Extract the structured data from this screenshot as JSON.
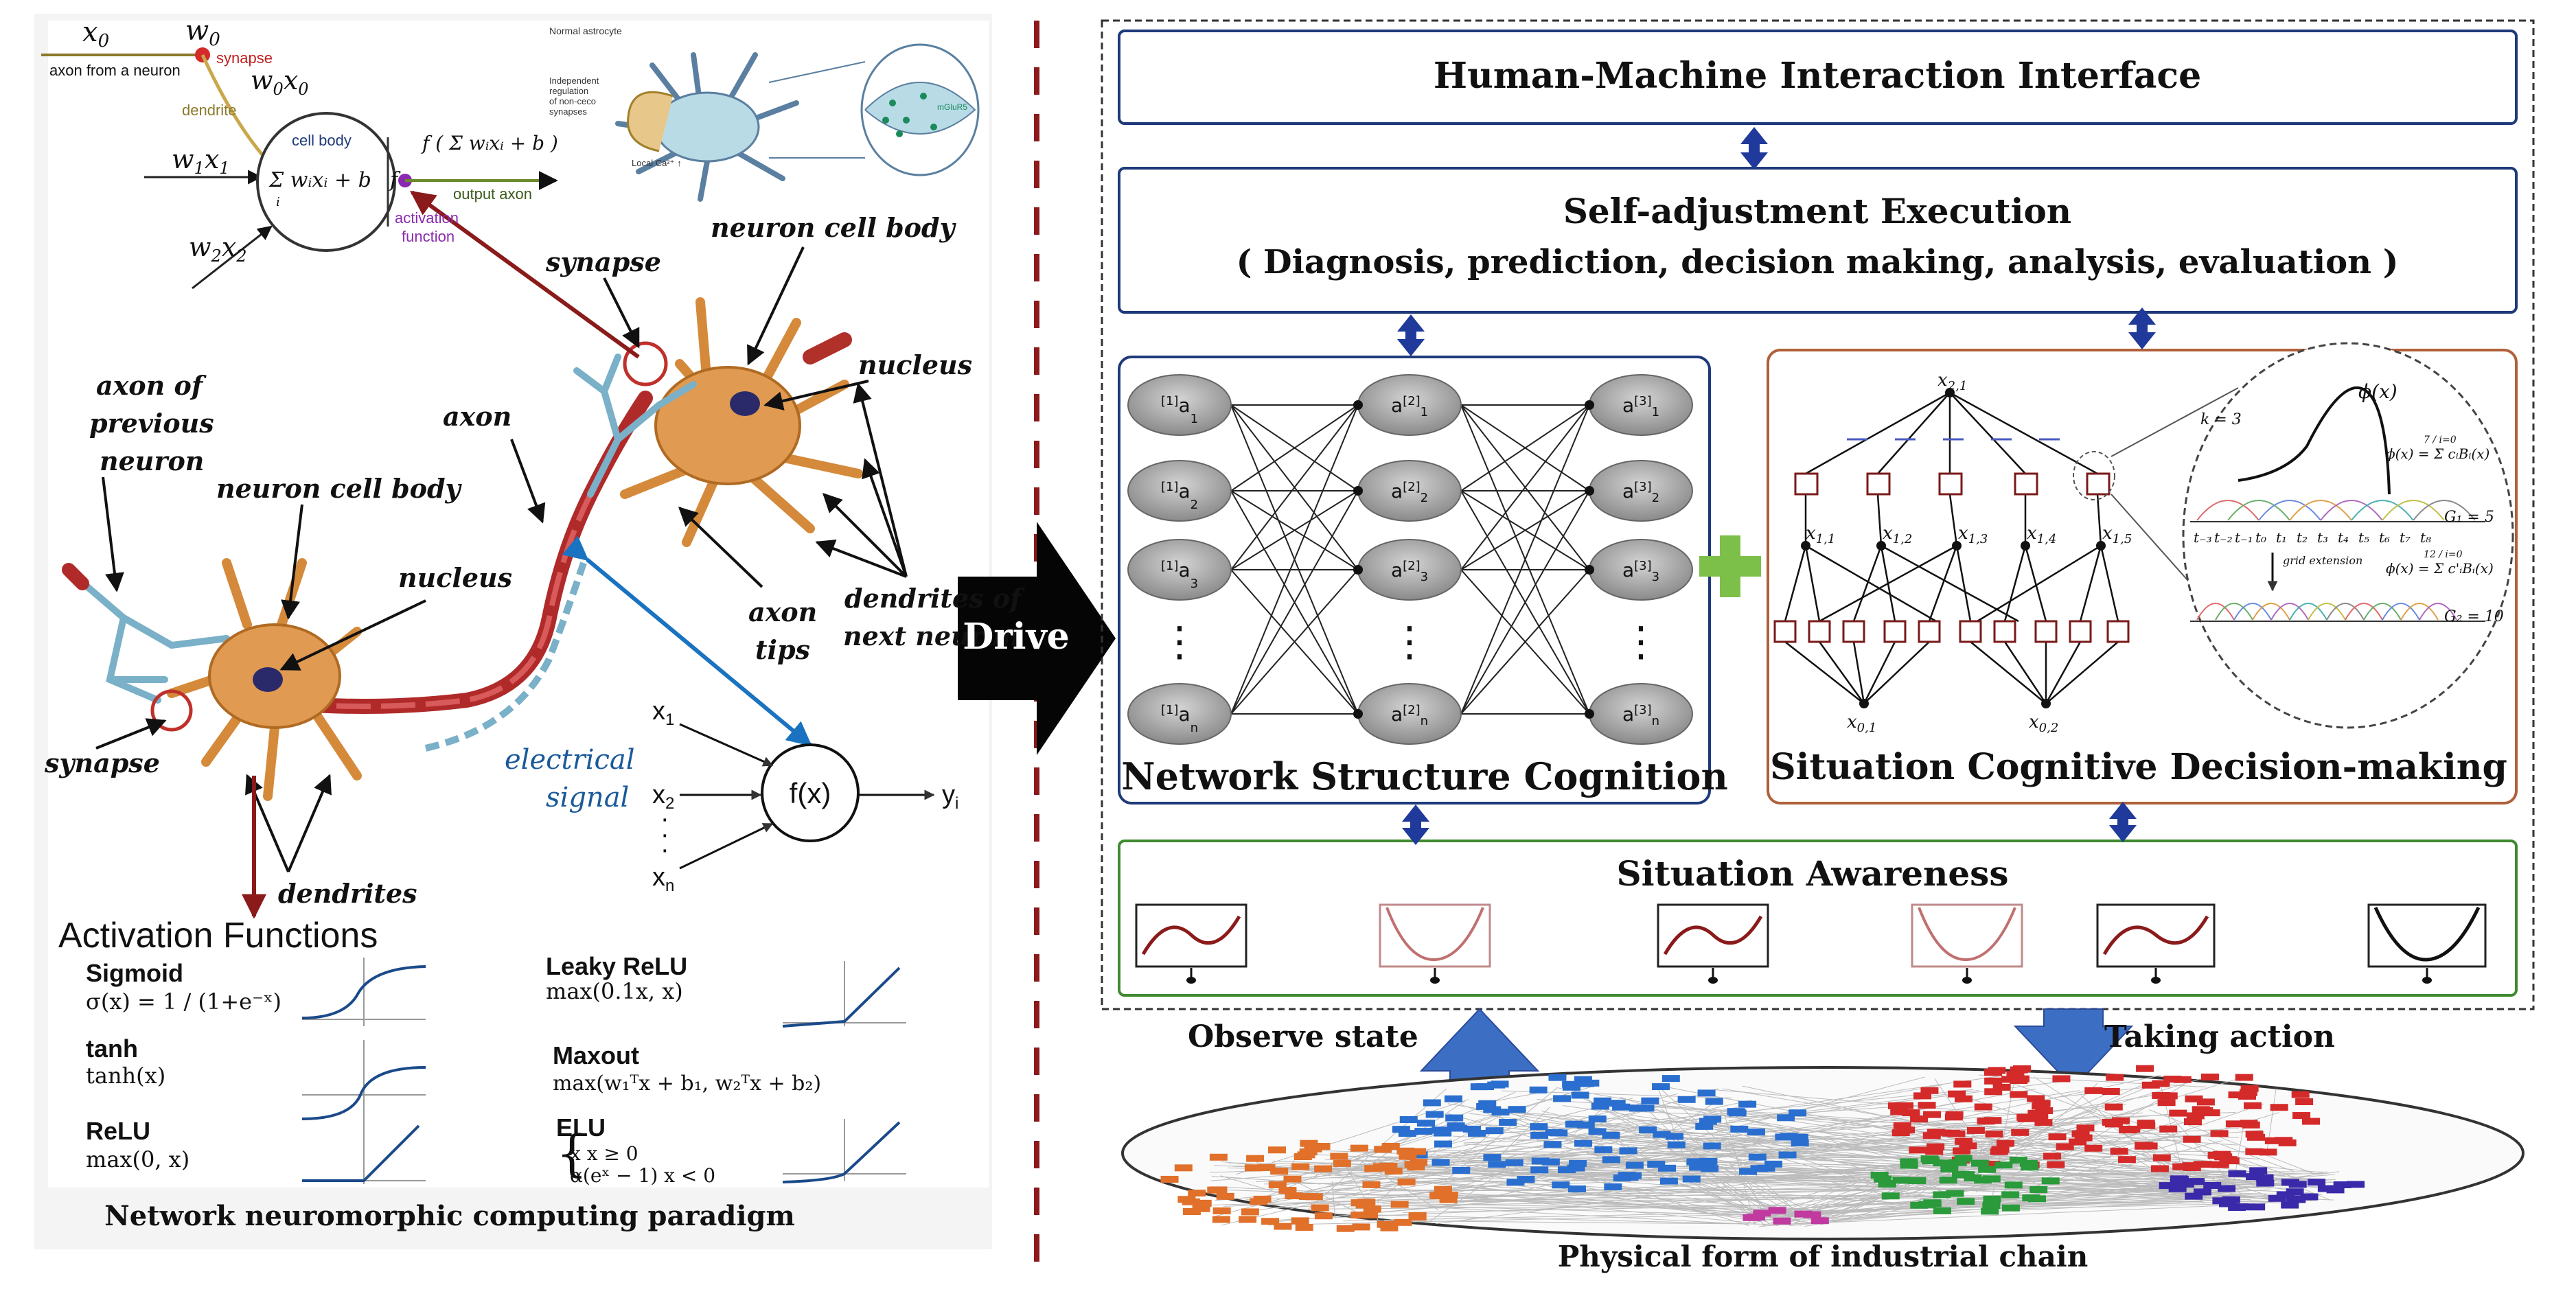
{
  "left_panel": {
    "perceptron": {
      "x0": "x",
      "x0_sub": "0",
      "w0": "w",
      "w0_sub": "0",
      "synapse": "synapse",
      "axon_from_neuron": "axon from a neuron",
      "w0x0": "w",
      "w0x0_a": "0",
      "w0x0_b": "x",
      "w0x0_c": "0",
      "dendrite": "dendrite",
      "cell_body": "cell body",
      "w1x1": "w",
      "w1x1_a": "1",
      "w1x1_b": "x",
      "w1x1_c": "1",
      "sum_formula": "Σ wᵢxᵢ + b",
      "sum_sub": "i",
      "f_label": "f",
      "f_output": "f ( Σ wᵢxᵢ + b )",
      "output_axon": "output axon",
      "activation": "activation",
      "function": "function",
      "w2x2": "w",
      "w2x2_a": "2",
      "w2x2_b": "x",
      "w2x2_c": "2"
    },
    "astrocyte": {
      "normal_astrocyte": "Normal astrocyte",
      "independent": "Independent",
      "regulation": "regulation",
      "of_non_ceco": "of non-ceco",
      "synapses": "synapses",
      "local_ca": "Local Ca²⁺ ↑",
      "inset": "mGluR5"
    },
    "neuron_labels": {
      "synapse_top": "synapse",
      "neuron_cell_body_top": "neuron cell body",
      "nucleus_top": "nucleus",
      "axon_of": "axon of",
      "previous": "previous",
      "neuron": "neuron",
      "axon": "axon",
      "neuron_cell_body_left": "neuron cell body",
      "nucleus_left": "nucleus",
      "axon_tips_1": "axon",
      "axon_tips_2": "tips",
      "dendrites_of_1": "dendrites of",
      "dendrites_of_2": "next neuron",
      "synapse_left": "synapse",
      "dendrites": "dendrites",
      "electrical": "electrical",
      "signal": "signal"
    },
    "fx": {
      "x1": "x",
      "x1_sub": "1",
      "x2": "x",
      "x2_sub": "2",
      "dots": "·",
      "xn": "x",
      "xn_sub": "n",
      "f": "f(x)",
      "y": "y",
      "y_sub": "i"
    },
    "activation_functions": {
      "title": "Activation Functions",
      "items": [
        {
          "name": "Sigmoid",
          "formula": "σ(x) = 1 / (1+e⁻ˣ)"
        },
        {
          "name": "Leaky ReLU",
          "formula": "max(0.1x, x)"
        },
        {
          "name": "tanh",
          "formula": "tanh(x)"
        },
        {
          "name": "Maxout",
          "formula": "max(w₁ᵀx + b₁, w₂ᵀx + b₂)"
        },
        {
          "name": "ReLU",
          "formula": "max(0, x)"
        },
        {
          "name": "ELU",
          "formula": "x        x ≥ 0",
          "formula2": "α(eˣ − 1)   x < 0"
        }
      ]
    },
    "caption": "Network neuromorphic computing paradigm"
  },
  "drive_label": "Drive",
  "right_panel": {
    "hmi": "Human-Machine Interaction Interface",
    "self_adjust_title": "Self-adjustment Execution",
    "self_adjust_sub": "( Diagnosis, prediction, decision making, analysis, evaluation )",
    "nsc": {
      "title": "Network Structure Cognition",
      "layer1": [
        {
          "a": "a",
          "sup": "[1]",
          "sub": "1"
        },
        {
          "a": "a",
          "sup": "[1]",
          "sub": "2"
        },
        {
          "a": "a",
          "sup": "[1]",
          "sub": "3"
        },
        {
          "a": "a",
          "sup": "[1]",
          "sub": "n"
        }
      ],
      "layer2": [
        {
          "a": "a",
          "sup": "[2]",
          "sub": "1"
        },
        {
          "a": "a",
          "sup": "[2]",
          "sub": "2"
        },
        {
          "a": "a",
          "sup": "[2]",
          "sub": "3"
        },
        {
          "a": "a",
          "sup": "[2]",
          "sub": "n"
        }
      ],
      "layer3": [
        {
          "a": "a",
          "sup": "[3]",
          "sub": "1"
        },
        {
          "a": "a",
          "sup": "[3]",
          "sub": "2"
        },
        {
          "a": "a",
          "sup": "[3]",
          "sub": "3"
        },
        {
          "a": "a",
          "sup": "[3]",
          "sub": "n"
        }
      ],
      "dots": "⋮"
    },
    "scd": {
      "title": "Situation Cognitive Decision-making",
      "x21": "x",
      "x21_sub": "2,1",
      "x1": [
        "1,1",
        "1,2",
        "1,3",
        "1,4",
        "1,5"
      ],
      "x_base": "x",
      "x01": "x",
      "x01_sub": "0,1",
      "x02": "x",
      "x02_sub": "0,2",
      "k": "k = 3",
      "phi": "ϕ(x)",
      "phi_eq1": "ϕ(x) = Σ cᵢBᵢ(x)",
      "phi_eq1_lims": "7 / i=0",
      "g1": "G₁ = 5",
      "grid_ext": "grid extension",
      "phi_eq2": "ϕ(x) = Σ c'ᵢBᵢ(x)",
      "phi_eq2_lims": "12 / i=0",
      "g2": "G₂ = 10",
      "t_labels": [
        "t₋₃",
        "t₋₂",
        "t₋₁",
        "t₀",
        "t₁",
        "t₂",
        "t₃",
        "t₄",
        "t₅",
        "t₆",
        "t₇",
        "t₈"
      ]
    },
    "situation_awareness": "Situation Awareness",
    "observe_state": "Observe state",
    "taking_action": "Taking action",
    "physical_form": "Physical form of industrial chain"
  },
  "colors": {
    "navy": "#1f3a7a",
    "brown_border": "#b0603a",
    "green_border": "#3f8a2f",
    "arrow_blue": "#3c6fc4",
    "dark_red": "#8b1a1a",
    "neuron_orange": "#e09a52",
    "node_gray": "#9c9c9c",
    "plus_green": "#7cc04a",
    "red_cluster": "#d42a2a",
    "blue_cluster": "#2a6fcf",
    "orange_cluster": "#e0702a",
    "green_cluster": "#2a9a3a",
    "purple_cluster": "#3a2aaa",
    "pink_cluster": "#c03aa0"
  }
}
